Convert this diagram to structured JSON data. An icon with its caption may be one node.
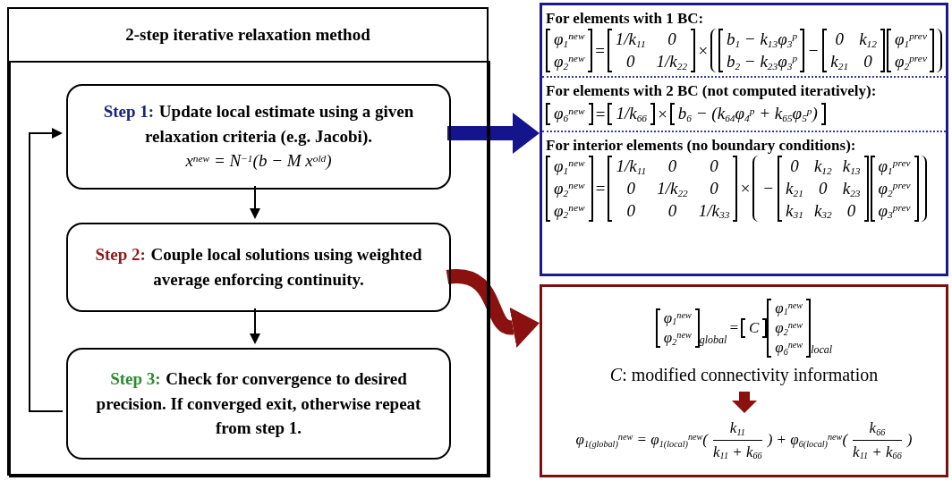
{
  "diagram": {
    "nodes": [
      {
        "text": [
          "2-step iterative relaxation method"
        ]
      },
      {
        "text": [],
        "shape": "box",
        "in": 0
      },
      {
        "text": [
          "Step 1:",
          "Update local estimate using a given relaxation criteria (e.g. Jacobi).",
          "x$^{new}$ = N$^{−1}$(b − M x$^{old}$)"
        ],
        "in": 1
      },
      {
        "text": [
          "Step 2:",
          "Couple local solutions using weighted average enforcing continuity."
        ],
        "in": 1
      },
      {
        "text": [
          "Step 3:",
          "Check for convergence to desired precision. If converged exit, otherwise repeat from step 1."
        ],
        "in": 1
      },
      {
        "text": [],
        "shape": "box"
      },
      {
        "text": [],
        "shape": "box"
      }
    ],
    "edges": [
      {
        "from": 2,
        "to": 5,
        "arrow": "to",
        "style": "thick",
        "color": "#14148c"
      },
      {
        "from": 2,
        "to": 3,
        "arrow": "to"
      },
      {
        "from": 3,
        "to": 4,
        "arrow": "to"
      },
      {
        "from": 4,
        "to": 2,
        "arrow": "to"
      },
      {
        "from": 3,
        "to": 6,
        "arrow": "to",
        "style": "thick",
        "color": "#8b1010"
      }
    ],
    "labels": [
      "For elements with 1 BC:",
      "φ$_{1}$$^{new}$",
      "φ$_{2}$$^{new}$",
      "=",
      "1/k$_{11}$",
      "0",
      "0",
      "1/k$_{22}$",
      "×",
      "b$_{1}$ − k$_{13}$φ$_{3}$$^{p}$",
      "b$_{2}$ − k$_{23}$φ$_{3}$$^{p}$",
      "−",
      "0",
      "k$_{12}$",
      "k$_{21}$",
      "0",
      "φ$_{1}$$^{prev}$",
      "φ$_{2}$$^{prev}$",
      "For elements with 2 BC (not computed iteratively):",
      "φ$_{6}$$^{new}$",
      "=",
      "1/k$_{66}$",
      "×",
      "b$_{6}$ − (k$_{64}$φ$_{4}$$^{p}$ + k$_{65}$φ$_{5}$$^{p}$)",
      "For interior elements (no boundary conditions):",
      "φ$_{1}$$^{new}$",
      "φ$_{2}$$^{new}$",
      "φ$_{2}$$^{new}$",
      "=",
      "1/k$_{11}$",
      "0",
      "0",
      "0",
      "1/k$_{22}$",
      "0",
      "0",
      "0",
      "1/k$_{33}$",
      "×",
      "−",
      "0",
      "k$_{12}$",
      "k$_{13}$",
      "k$_{21}$",
      "0",
      "k$_{23}$",
      "k$_{31}$",
      "k$_{32}$",
      "0",
      "φ$_{1}$$^{prev}$",
      "φ$_{2}$$^{prev}$",
      "φ$_{3}$$^{prev}$",
      "φ$_{1}$$^{new}$",
      "φ$_{2}$$^{new}$",
      "global",
      "=",
      "C",
      "φ$_{1}$$^{new}$",
      "φ$_{2}$$^{new}$",
      "φ$_{6}$$^{new}$",
      "local",
      "*C*: modified connectivity information",
      "φ$_{1(global)}$$^{new}$ = φ$_{1(local)}$$^{new}$(",
      "k$_{11}$",
      "k$_{11}$ + k$_{66}$",
      ") + φ$_{6(local)}$$^{new}$(",
      "k$_{66}$",
      "k$_{11}$ + k$_{66}$",
      ")"
    ]
  }
}
